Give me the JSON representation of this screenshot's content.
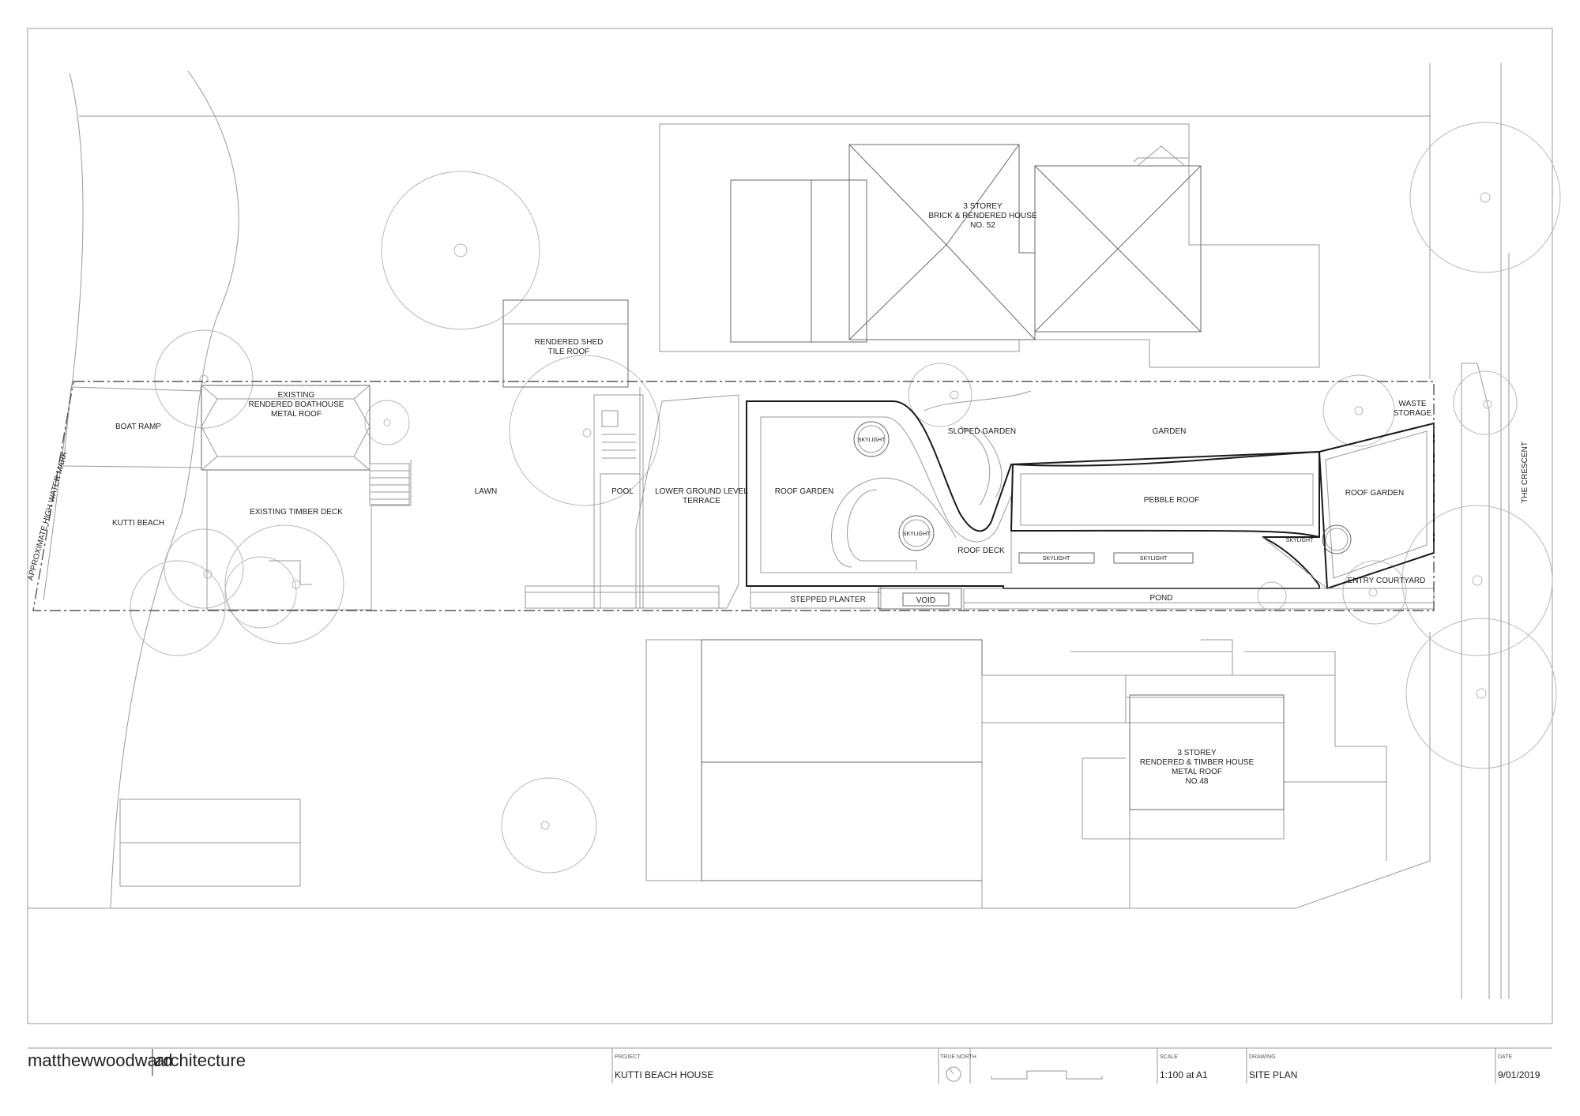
{
  "labels": {
    "house_52": [
      "3 STOREY",
      "BRICK & RENDERED HOUSE",
      "NO. 52"
    ],
    "shed": [
      "RENDERED SHED",
      "TILE ROOF"
    ],
    "boathouse": [
      "EXISTING",
      "RENDERED BOATHOUSE",
      "METAL ROOF"
    ],
    "boat_ramp": "BOAT RAMP",
    "kutti_beach": "KUTTI BEACH",
    "timber_deck": "EXISTING TIMBER DECK",
    "lawn": "LAWN",
    "pool": "POOL",
    "terrace": [
      "LOWER GROUND LEVEL",
      "TERRACE"
    ],
    "roof_garden_left": "ROOF GARDEN",
    "skylight": "SKYLIGHT",
    "sloped_garden": "SLOPED GARDEN",
    "garden": "GARDEN",
    "waste_storage": [
      "WASTE",
      "STORAGE"
    ],
    "pebble_roof": "PEBBLE ROOF",
    "roof_garden_right": "ROOF GARDEN",
    "roof_deck": "ROOF DECK",
    "entry_courtyard": "ENTRY COURTYARD",
    "stepped_planter": "STEPPED PLANTER",
    "void": "VOID",
    "pond": "POND",
    "high_water": "APPROXIMATE HIGH WATER MARK",
    "the_crescent": "THE CRESCENT",
    "house_48": [
      "3 STOREY",
      "RENDERED & TIMBER HOUSE",
      "METAL ROOF",
      "NO.48"
    ]
  },
  "title_block": {
    "firm_a": "matthewwoodward",
    "firm_b": "architecture",
    "project_label": "PROJECT",
    "project": "KUTTI BEACH HOUSE",
    "north_label": "TRUE NORTH",
    "scale_label": "SCALE",
    "scale": "1:100 at A1",
    "drawing_label": "DRAWING",
    "drawing": "SITE PLAN",
    "date_label": "DATE",
    "date": "9/01/2019"
  }
}
